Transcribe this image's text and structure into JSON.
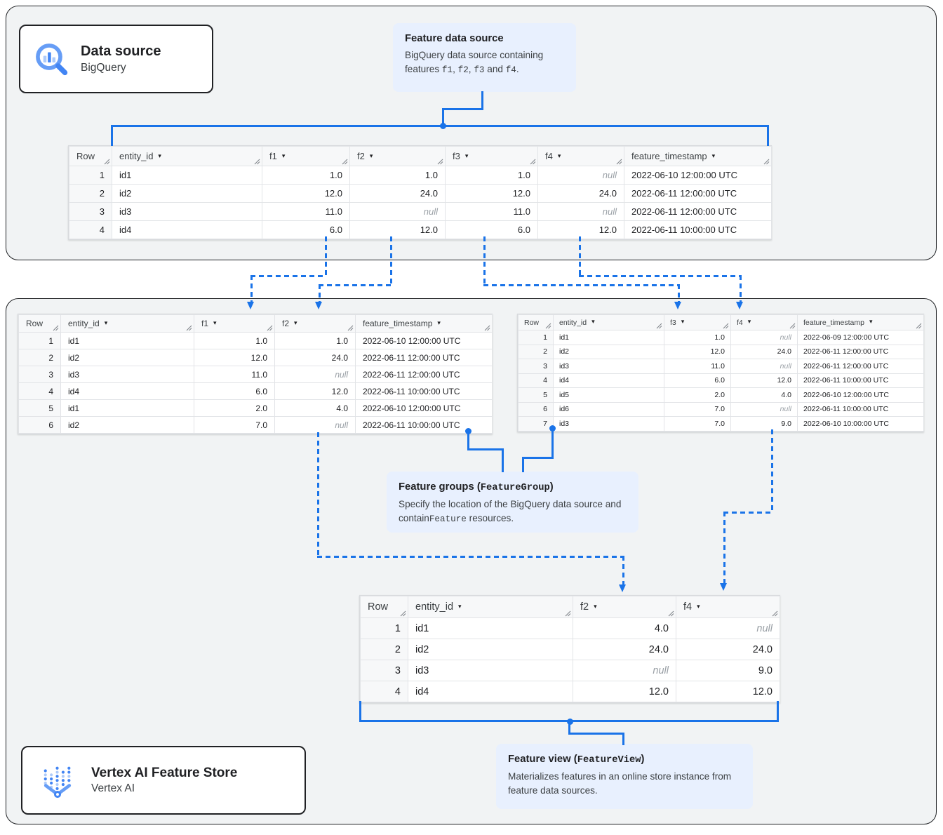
{
  "colors": {
    "accent_blue": "#1a73e8",
    "callout_bg": "#e8f0fe",
    "section_bg": "#f1f3f4",
    "null_text": "#9aa0a6",
    "icon_blue": "#4285f4",
    "icon_light_blue": "#aecbfa"
  },
  "misc": {
    "null_label": "null",
    "sort_caret": "▾"
  },
  "icons": {
    "source_card": "bigquery-magnifier-icon",
    "store_card": "vertex-ai-icon",
    "header_sort": "sort-arrow-icon",
    "header_resize": "column-resize-icon"
  },
  "source_card": {
    "title": "Data source",
    "subtitle": "BigQuery"
  },
  "store_card": {
    "title": "Vertex AI Feature Store",
    "subtitle": "Vertex AI"
  },
  "callout_source": {
    "title": "Feature data source",
    "body_prefix": "BigQuery data source containing features ",
    "code1": "f1",
    "sep1": ", ",
    "code2": "f2",
    "sep2": ", ",
    "code3": "f3",
    "sep3": " and ",
    "code4": "f4",
    "suffix": "."
  },
  "callout_groups": {
    "title_prefix": "Feature groups (",
    "title_code": "FeatureGroup",
    "title_suffix": ")",
    "body_prefix": "Specify the location of the BigQuery data source and contain",
    "body_code": "Feature",
    "body_suffix": " resources."
  },
  "callout_view": {
    "title_prefix": "Feature view (",
    "title_code": "FeatureView",
    "title_suffix": ")",
    "body": "Materializes features in an online store instance from feature data sources."
  },
  "tables": {
    "source": {
      "columns": [
        {
          "label": "Row",
          "kind": "rownum",
          "sortable": false
        },
        {
          "label": "entity_id",
          "kind": "text",
          "sortable": true
        },
        {
          "label": "f1",
          "kind": "num",
          "sortable": true
        },
        {
          "label": "f2",
          "kind": "num",
          "sortable": true
        },
        {
          "label": "f3",
          "kind": "num",
          "sortable": true
        },
        {
          "label": "f4",
          "kind": "num",
          "sortable": true
        },
        {
          "label": "feature_timestamp",
          "kind": "ts",
          "sortable": true
        }
      ],
      "rows": [
        [
          "1",
          "id1",
          "1.0",
          "1.0",
          "1.0",
          null,
          "2022-06-10 12:00:00 UTC"
        ],
        [
          "2",
          "id2",
          "12.0",
          "24.0",
          "12.0",
          "24.0",
          "2022-06-11 12:00:00 UTC"
        ],
        [
          "3",
          "id3",
          "11.0",
          null,
          "11.0",
          null,
          "2022-06-11 12:00:00 UTC"
        ],
        [
          "4",
          "id4",
          "6.0",
          "12.0",
          "6.0",
          "12.0",
          "2022-06-11 10:00:00 UTC"
        ]
      ]
    },
    "group_left": {
      "columns": [
        {
          "label": "Row",
          "kind": "rownum",
          "sortable": false
        },
        {
          "label": "entity_id",
          "kind": "text",
          "sortable": true
        },
        {
          "label": "f1",
          "kind": "num",
          "sortable": true
        },
        {
          "label": "f2",
          "kind": "num",
          "sortable": true
        },
        {
          "label": "feature_timestamp",
          "kind": "ts",
          "sortable": true
        }
      ],
      "rows": [
        [
          "1",
          "id1",
          "1.0",
          "1.0",
          "2022-06-10 12:00:00 UTC"
        ],
        [
          "2",
          "id2",
          "12.0",
          "24.0",
          "2022-06-11 12:00:00 UTC"
        ],
        [
          "3",
          "id3",
          "11.0",
          null,
          "2022-06-11 12:00:00 UTC"
        ],
        [
          "4",
          "id4",
          "6.0",
          "12.0",
          "2022-06-11 10:00:00 UTC"
        ],
        [
          "5",
          "id1",
          "2.0",
          "4.0",
          "2022-06-10 12:00:00 UTC"
        ],
        [
          "6",
          "id2",
          "7.0",
          null,
          "2022-06-11 10:00:00 UTC"
        ]
      ]
    },
    "group_right": {
      "columns": [
        {
          "label": "Row",
          "kind": "rownum",
          "sortable": false
        },
        {
          "label": "entity_id",
          "kind": "text",
          "sortable": true
        },
        {
          "label": "f3",
          "kind": "num",
          "sortable": true
        },
        {
          "label": "f4",
          "kind": "num",
          "sortable": true
        },
        {
          "label": "feature_timestamp",
          "kind": "ts",
          "sortable": true
        }
      ],
      "rows": [
        [
          "1",
          "id1",
          "1.0",
          null,
          "2022-06-09 12:00:00 UTC"
        ],
        [
          "2",
          "id2",
          "12.0",
          "24.0",
          "2022-06-11 12:00:00 UTC"
        ],
        [
          "3",
          "id3",
          "11.0",
          null,
          "2022-06-11 12:00:00 UTC"
        ],
        [
          "4",
          "id4",
          "6.0",
          "12.0",
          "2022-06-11 10:00:00 UTC"
        ],
        [
          "5",
          "id5",
          "2.0",
          "4.0",
          "2022-06-10 12:00:00 UTC"
        ],
        [
          "6",
          "id6",
          "7.0",
          null,
          "2022-06-11 10:00:00 UTC"
        ],
        [
          "7",
          "id3",
          "7.0",
          "9.0",
          "2022-06-10 10:00:00 UTC"
        ]
      ]
    },
    "view": {
      "columns": [
        {
          "label": "Row",
          "kind": "rownum",
          "sortable": false
        },
        {
          "label": "entity_id",
          "kind": "text",
          "sortable": true
        },
        {
          "label": "f2",
          "kind": "num",
          "sortable": true
        },
        {
          "label": "f4",
          "kind": "num",
          "sortable": true
        }
      ],
      "rows": [
        [
          "1",
          "id1",
          "4.0",
          null
        ],
        [
          "2",
          "id2",
          "24.0",
          "24.0"
        ],
        [
          "3",
          "id3",
          null,
          "9.0"
        ],
        [
          "4",
          "id4",
          "12.0",
          "12.0"
        ]
      ]
    }
  }
}
